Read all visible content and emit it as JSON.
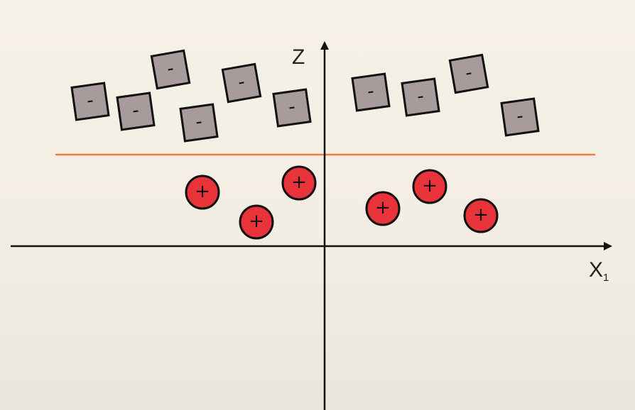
{
  "axes": {
    "z_label": "Z",
    "x_label": "X",
    "x_subscript": "1"
  },
  "symbols": {
    "negative": "-",
    "positive": "+"
  },
  "colors": {
    "negative_fill": "#a89b9b",
    "positive_fill": "#e8333b",
    "boundary_line": "#f07a4a",
    "axis": "#111111"
  }
}
